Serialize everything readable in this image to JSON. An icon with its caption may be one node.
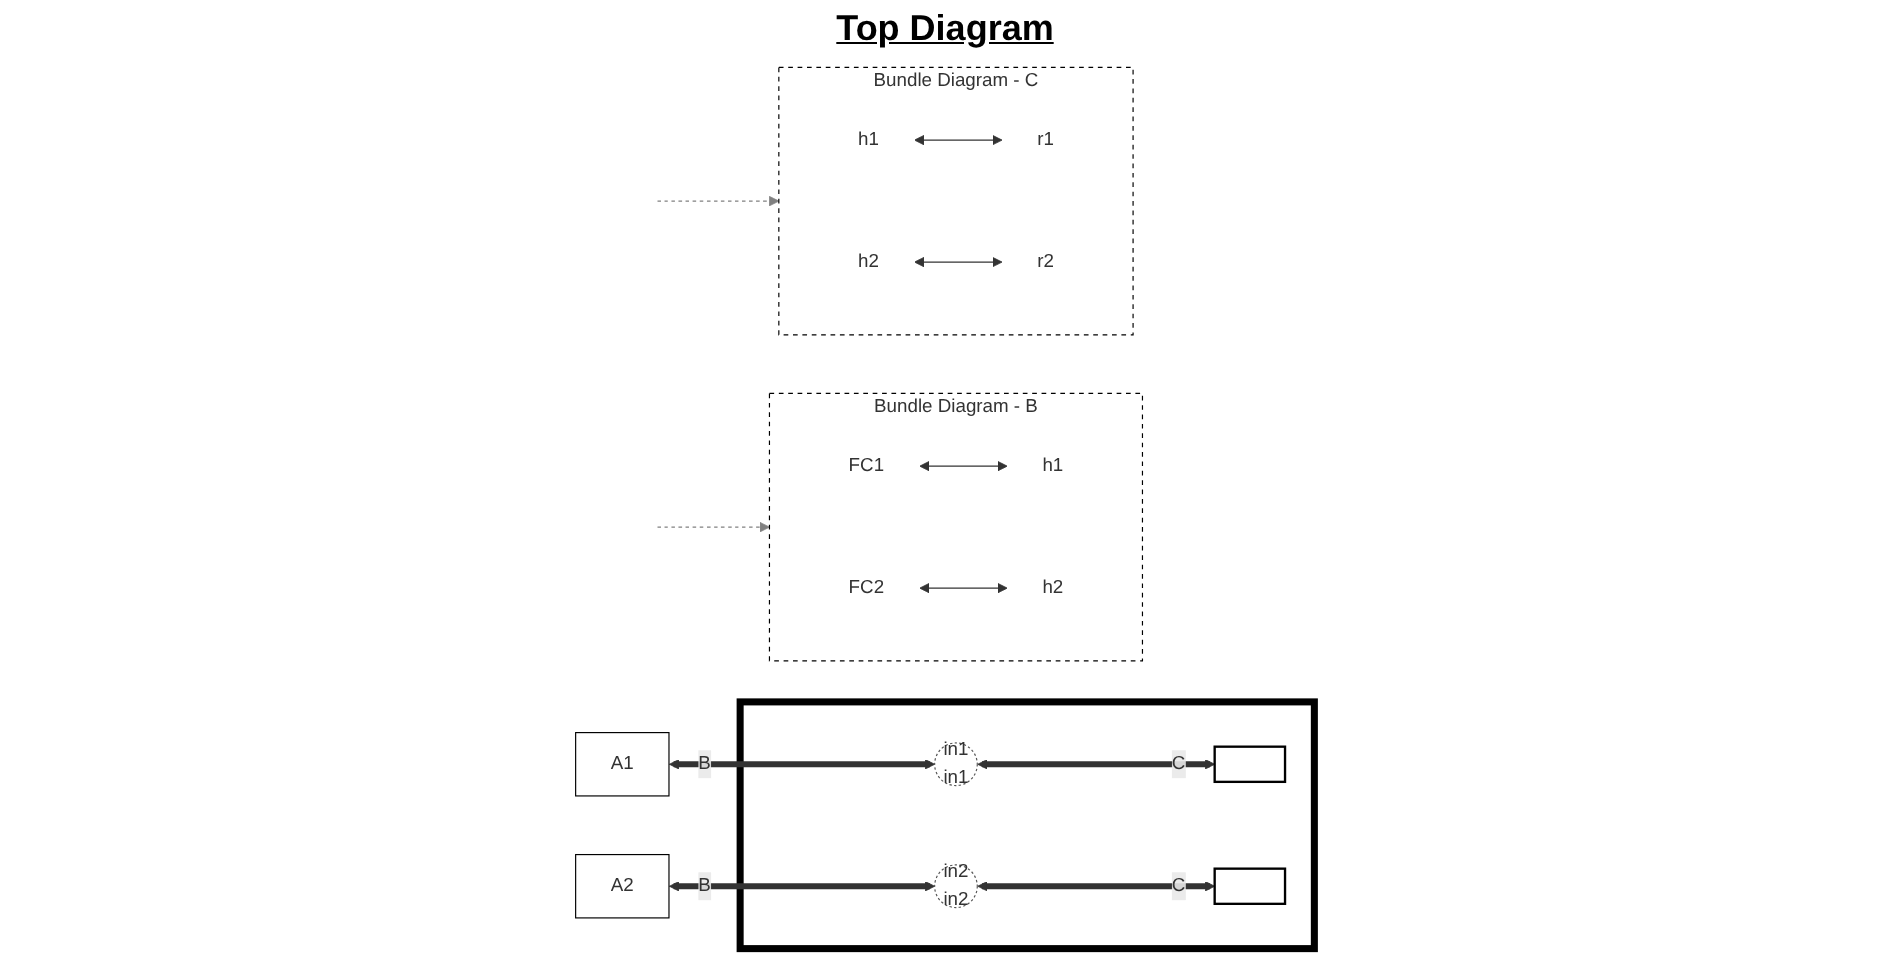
{
  "diagram": {
    "title": "Top Diagram",
    "nodes": [
      {
        "text": [
          "A1"
        ]
      },
      {
        "text": [
          "A2"
        ]
      },
      {
        "text": [],
        "shape": "box"
      },
      {
        "text": [
          "in1",
          "in1"
        ],
        "in": 2
      },
      {
        "text": [],
        "shape": "box",
        "in": 2
      },
      {
        "text": [
          "in2",
          "in2"
        ],
        "in": 2
      },
      {
        "text": [],
        "shape": "box",
        "in": 2
      },
      {
        "text": [
          "Bundle Diagram - B"
        ]
      },
      {
        "text": [
          "FC1"
        ],
        "in": 7
      },
      {
        "text": [
          "h1"
        ],
        "in": 7
      },
      {
        "text": [
          "FC2"
        ],
        "in": 7
      },
      {
        "text": [
          "h2"
        ],
        "in": 7
      },
      {
        "text": [
          "Bundle Diagram - C"
        ]
      },
      {
        "text": [
          "h1"
        ],
        "in": 12
      },
      {
        "text": [
          "r1"
        ],
        "in": 12
      },
      {
        "text": [
          "h2"
        ],
        "in": 12
      },
      {
        "text": [
          "r2"
        ],
        "in": 12
      }
    ],
    "edges": [
      {
        "from": 0,
        "to": 3,
        "arrow": "both",
        "label": "B",
        "style": "thick"
      },
      {
        "from": 3,
        "to": 4,
        "arrow": "both",
        "label": "C",
        "style": "thick"
      },
      {
        "from": 1,
        "to": 5,
        "arrow": "both",
        "label": "B",
        "style": "thick"
      },
      {
        "from": 5,
        "to": 6,
        "arrow": "both",
        "label": "C",
        "style": "thick"
      },
      {
        "from": null,
        "to": 7,
        "arrow": "to",
        "style": "dashed",
        "color": "#808080"
      },
      {
        "from": null,
        "to": 12,
        "arrow": "to",
        "style": "dashed",
        "color": "#808080"
      },
      {
        "from": 8,
        "to": 9,
        "arrow": "both"
      },
      {
        "from": 10,
        "to": 11,
        "arrow": "both"
      },
      {
        "from": 13,
        "to": 14,
        "arrow": "both"
      },
      {
        "from": 15,
        "to": 16,
        "arrow": "both"
      }
    ]
  }
}
